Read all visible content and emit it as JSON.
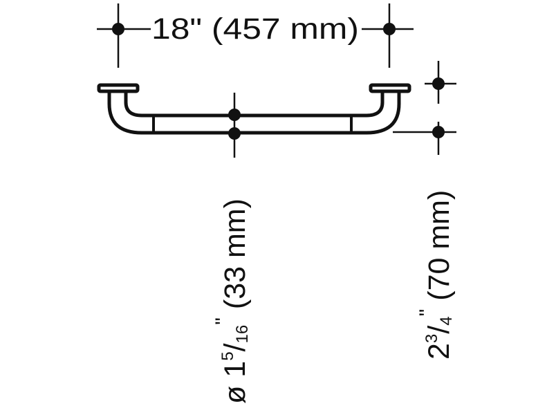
{
  "drawing": {
    "subject": "grab bar dimension drawing",
    "ink_color": "#111111",
    "background_color": "#ffffff"
  },
  "dimensions": {
    "length": {
      "imperial": "18\"",
      "metric": "(457 mm)",
      "label": "18\" (457 mm)"
    },
    "diameter": {
      "symbol": "ø",
      "whole": "1",
      "numerator": "5",
      "slash": "/",
      "denominator": "16",
      "inch_mark": "\"",
      "metric": "(33 mm)"
    },
    "projection": {
      "whole": "2",
      "numerator": "3",
      "slash": "/",
      "denominator": "4",
      "inch_mark": "\"",
      "metric": "(70 mm)"
    }
  }
}
